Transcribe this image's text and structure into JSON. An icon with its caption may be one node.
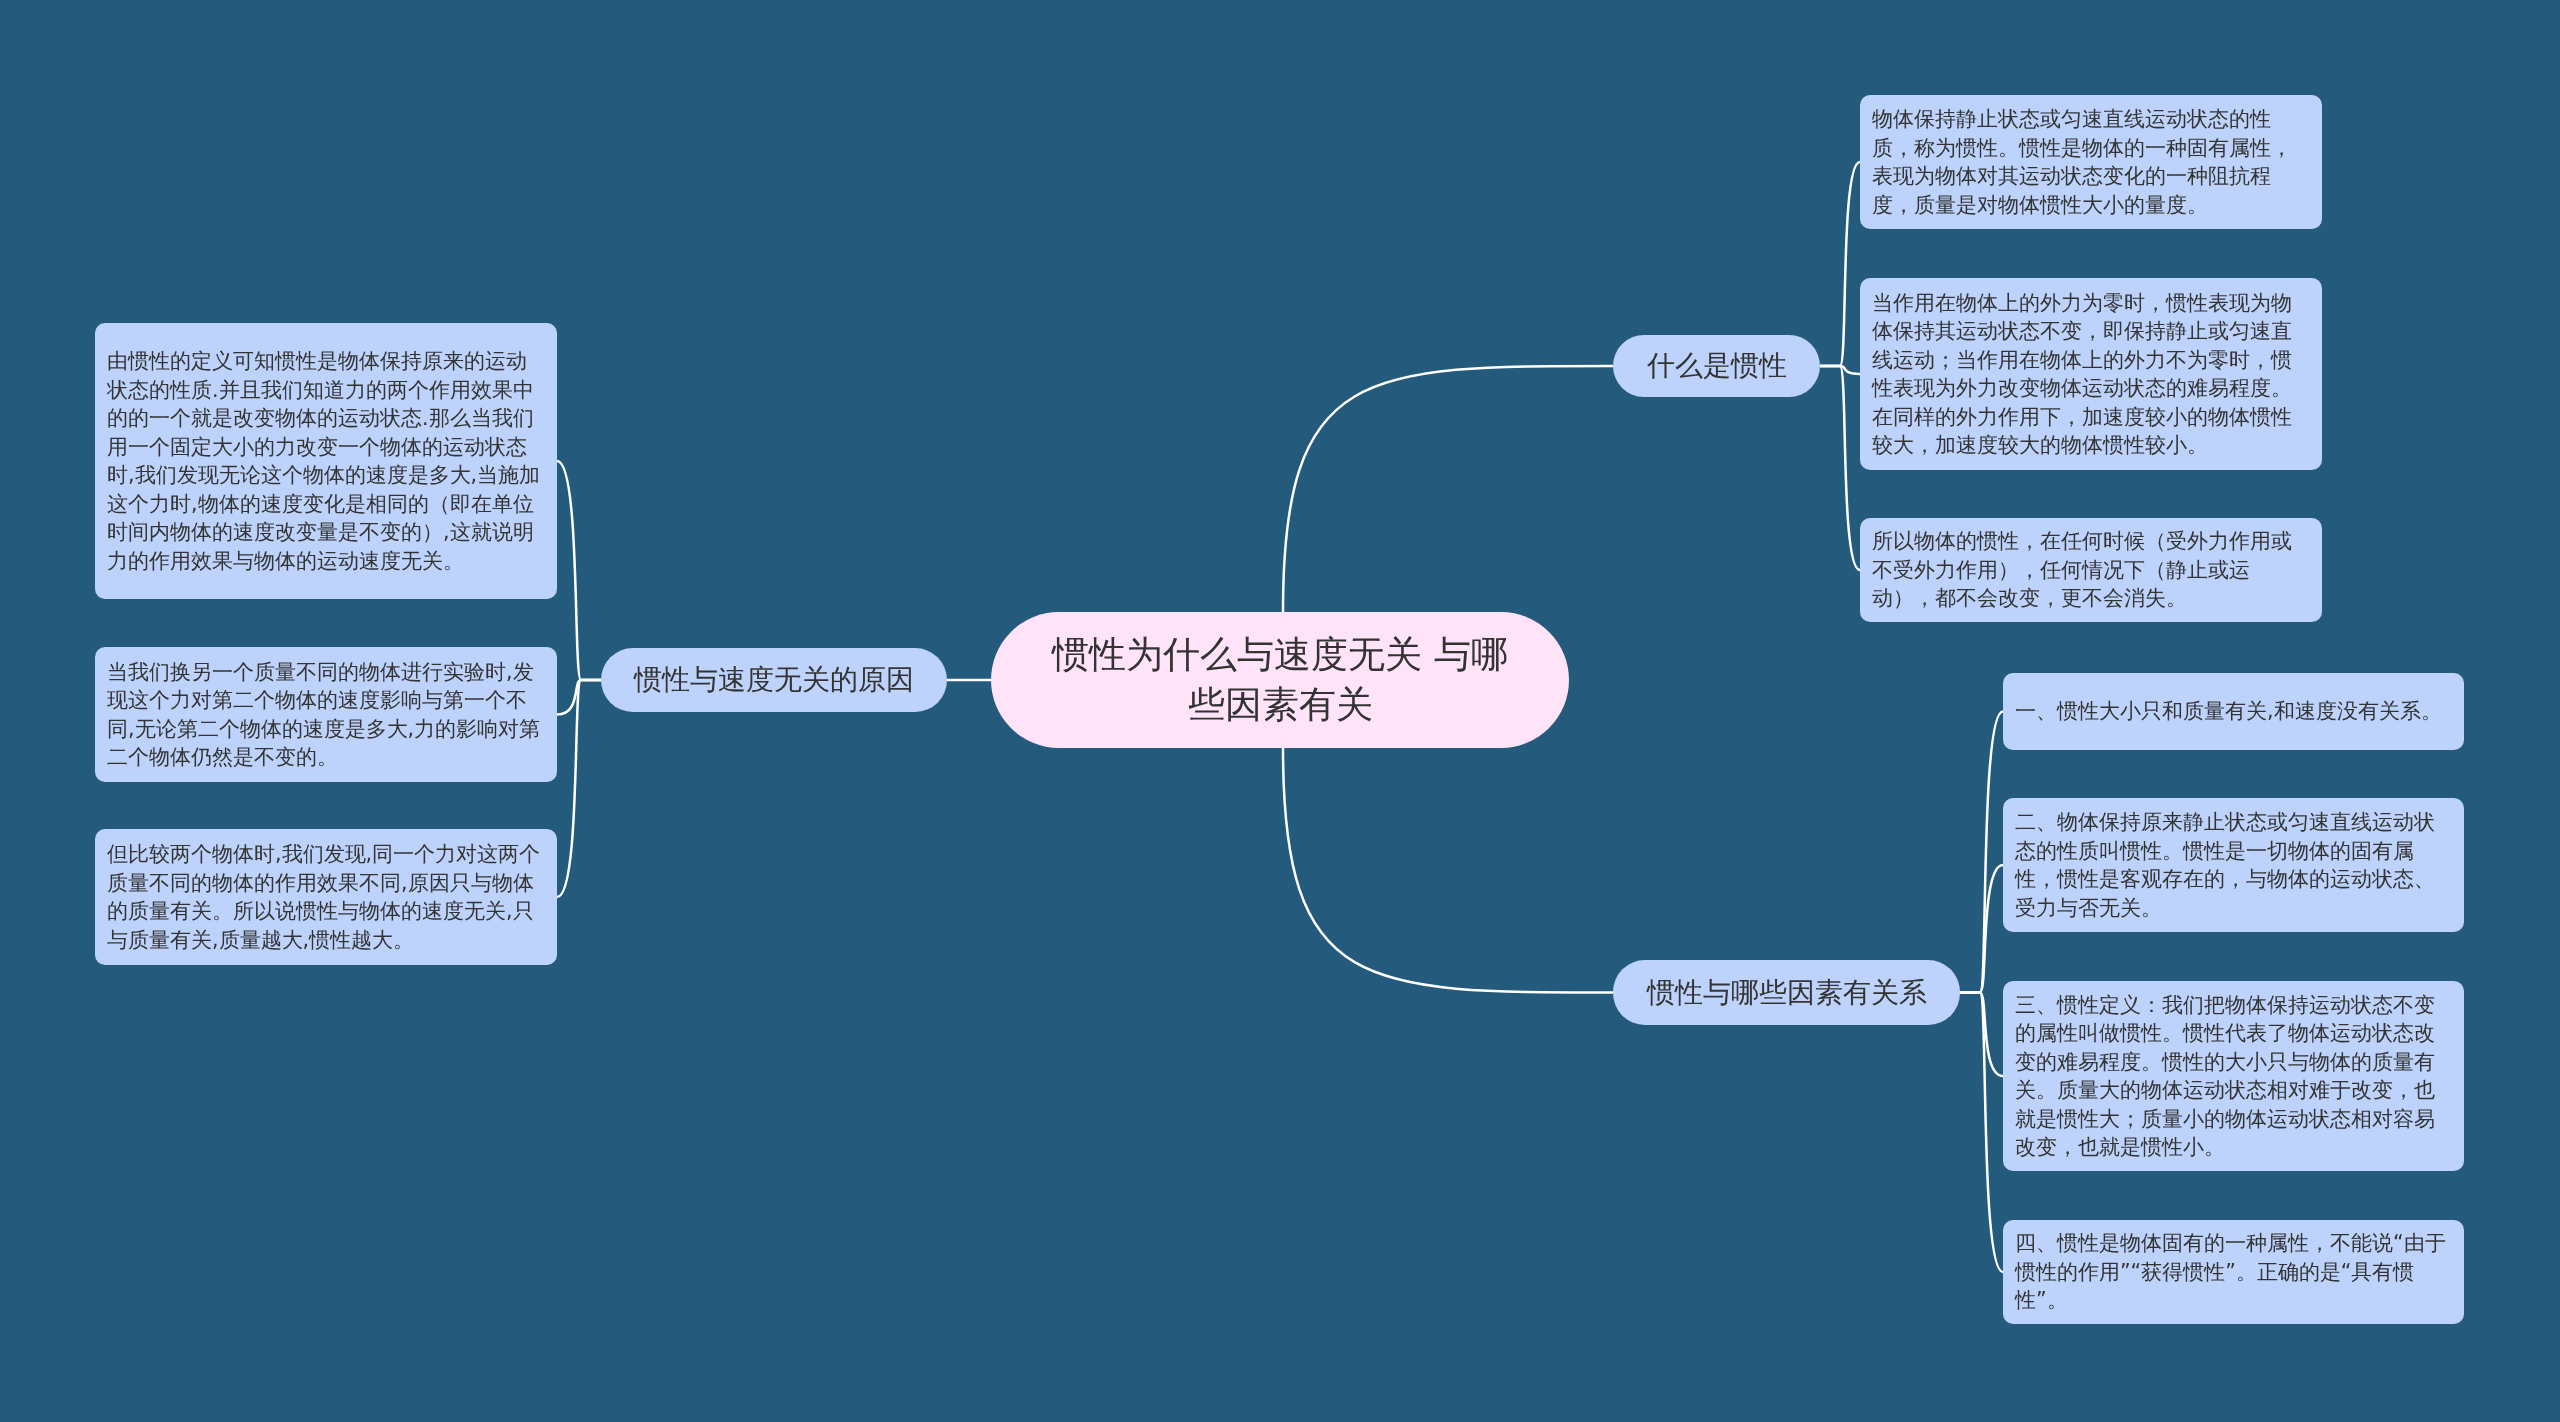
{
  "diagram": {
    "nodes": [
      {
        "text": [
          "惯性为什么与速度无关 与哪些因素有关"
        ]
      },
      {
        "text": [
          "什么是惯性"
        ]
      },
      {
        "text": [
          "物体保持静止状态或匀速直线运动状态的性质，称为惯性。惯性是物体的一种固有属性，表现为物体对其运动状态变化的一种阻抗程度，质量是对物体惯性大小的量度。"
        ]
      },
      {
        "text": [
          "当作用在物体上的外力为零时，惯性表现为物体保持其运动状态不变，即保持静止或匀速直线运动；当作用在物体上的外力不为零时，惯性表现为外力改变物体运动状态的难易程度。在同样的外力作用下，加速度较小的物体惯性较大，加速度较大的物体惯性较小。"
        ]
      },
      {
        "text": [
          "所以物体的惯性，在任何时候（受外力作用或不受外力作用），任何情况下（静止或运动），都不会改变，更不会消失。"
        ]
      },
      {
        "text": [
          "惯性与哪些因素有关系"
        ]
      },
      {
        "text": [
          "一、惯性大小只和质量有关,和速度没有关系。"
        ]
      },
      {
        "text": [
          "二、物体保持原来静止状态或匀速直线运动状态的性质叫惯性。惯性是一切物体的固有属性，惯性是客观存在的，与物体的运动状态、受力与否无关。"
        ]
      },
      {
        "text": [
          "三、惯性定义：我们把物体保持运动状态不变的属性叫做惯性。惯性代表了物体运动状态改变的难易程度。惯性的大小只与物体的质量有关。质量大的物体运动状态相对难于改变，也就是惯性大；质量小的物体运动状态相对容易改变，也就是惯性小。"
        ]
      },
      {
        "text": [
          "四、惯性是物体固有的一种属性，不能说“由于惯性的作用”“获得惯性”。正确的是“具有惯性”。"
        ]
      },
      {
        "text": [
          "惯性与速度无关的原因"
        ]
      },
      {
        "text": [
          "由惯性的定义可知惯性是物体保持原来的运动状态的性质.并且我们知道力的两个作用效果中的的一个就是改变物体的运动状态.那么当我们用一个固定大小的力改变一个物体的运动状态时,我们发现无论这个物体的速度是多大,当施加这个力时,物体的速度变化是相同的（即在单位时间内物体的速度改变量是不变的）,这就说明力的作用效果与物体的运动速度无关。"
        ]
      },
      {
        "text": [
          "当我们换另一个质量不同的物体进行实验时,发现这个力对第二个物体的速度影响与第一个不同,无论第二个物体的速度是多大,力的影响对第二个物体仍然是不变的。"
        ]
      },
      {
        "text": [
          "但比较两个物体时,我们发现,同一个力对这两个质量不同的物体的作用效果不同,原因只与物体的质量有关。所以说惯性与物体的速度无关,只与质量有关,质量越大,惯性越大。"
        ]
      }
    ],
    "edges": [
      {
        "from": 0,
        "to": 1,
        "arrow": "none"
      },
      {
        "from": 1,
        "to": 2,
        "arrow": "none"
      },
      {
        "from": 1,
        "to": 3,
        "arrow": "none"
      },
      {
        "from": 1,
        "to": 4,
        "arrow": "none"
      },
      {
        "from": 0,
        "to": 5,
        "arrow": "none"
      },
      {
        "from": 5,
        "to": 6,
        "arrow": "none"
      },
      {
        "from": 5,
        "to": 7,
        "arrow": "none"
      },
      {
        "from": 5,
        "to": 8,
        "arrow": "none"
      },
      {
        "from": 5,
        "to": 9,
        "arrow": "none"
      },
      {
        "from": 0,
        "to": 10,
        "arrow": "none"
      },
      {
        "from": 10,
        "to": 11,
        "arrow": "none"
      },
      {
        "from": 10,
        "to": 12,
        "arrow": "none"
      },
      {
        "from": 10,
        "to": 13,
        "arrow": "none"
      }
    ]
  }
}
